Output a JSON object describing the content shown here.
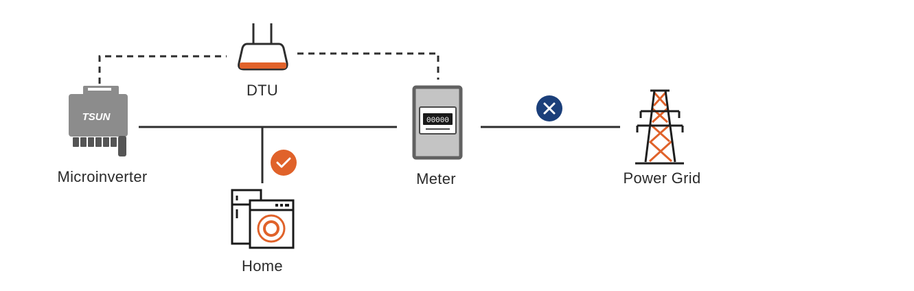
{
  "labels": {
    "microinverter": "Microinverter",
    "dtu": "DTU",
    "meter": "Meter",
    "power_grid": "Power Grid",
    "home": "Home"
  },
  "microinverter": {
    "brand": "TSUN"
  },
  "meter": {
    "display": "00000"
  },
  "status": {
    "home": "check",
    "grid": "cross"
  },
  "colors": {
    "line": "#2e2e2e",
    "accent_orange": "#e0622a",
    "accent_navy": "#1b3f7a",
    "device_gray": "#8c8c8c",
    "meter_panel": "#c4c4c4",
    "meter_frame": "#616161"
  },
  "icons": [
    "router-icon",
    "microinverter-icon",
    "meter-icon",
    "transmission-tower-icon",
    "appliances-icon",
    "check-icon",
    "cross-icon"
  ]
}
